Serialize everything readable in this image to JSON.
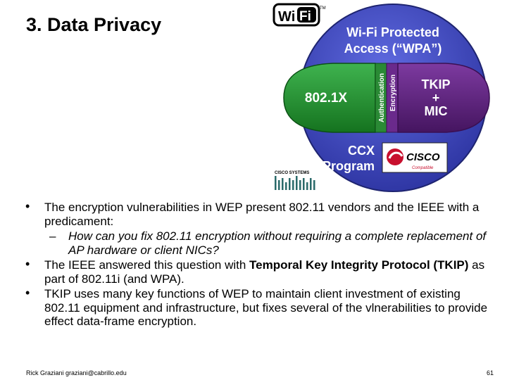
{
  "slide": {
    "title": "3. Data Privacy"
  },
  "diagram": {
    "wifi_logo": {
      "wi": "Wi",
      "fi": "Fi",
      "tm": "TM"
    },
    "header": {
      "line1": "Wi-Fi Protected",
      "line2": "Access (“WPA”)"
    },
    "left_label": "802.1X",
    "auth_label": "Authentication",
    "enc_label": "Encryption",
    "right_label": {
      "line1": "TKIP",
      "line2": "+",
      "line3": "MIC"
    },
    "bottom_label": {
      "line1": "CCX",
      "line2": "Program"
    },
    "cisco_badge": {
      "name": "CISCO",
      "sub": "Compatible"
    },
    "cisco_systems": "CISCO SYSTEMS",
    "colors": {
      "outer_blue": "#3a45b8",
      "green": "#1e8a2c",
      "purple": "#5b1f7a",
      "label_white": "#ffffff",
      "cisco_red": "#c8102e"
    }
  },
  "bullets": [
    {
      "text": "The encryption vulnerabilities in WEP present 802.11 vendors and the IEEE with a predicament:"
    },
    {
      "sub": "How can you fix 802.11 encryption without requiring a complete replacement of AP hardware or client NICs?"
    },
    {
      "prefix": "The IEEE answered this question with ",
      "bold": "Temporal Key Integrity Protocol (TKIP)",
      "suffix": " as part of 802.11i (and WPA)."
    },
    {
      "text": "TKIP uses many key functions of WEP to maintain client investment of existing 802.11 equipment and infrastructure, but fixes several of the vlnerabilities to provide effect data-frame encryption."
    }
  ],
  "footer": {
    "author": "Rick Graziani graziani@cabrillo.edu",
    "page": "61"
  }
}
